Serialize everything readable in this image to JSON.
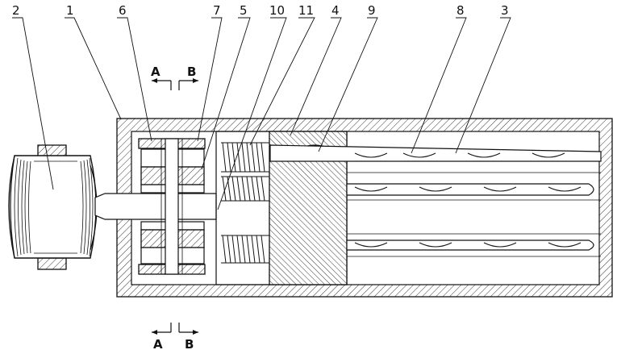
{
  "figure": {
    "part_labels": [
      "2",
      "1",
      "6",
      "7",
      "5",
      "10",
      "11",
      "4",
      "9",
      "8",
      "3"
    ],
    "section_top": {
      "left": "A",
      "right": "B"
    },
    "section_bottom": {
      "left": "A",
      "right": "B"
    }
  }
}
